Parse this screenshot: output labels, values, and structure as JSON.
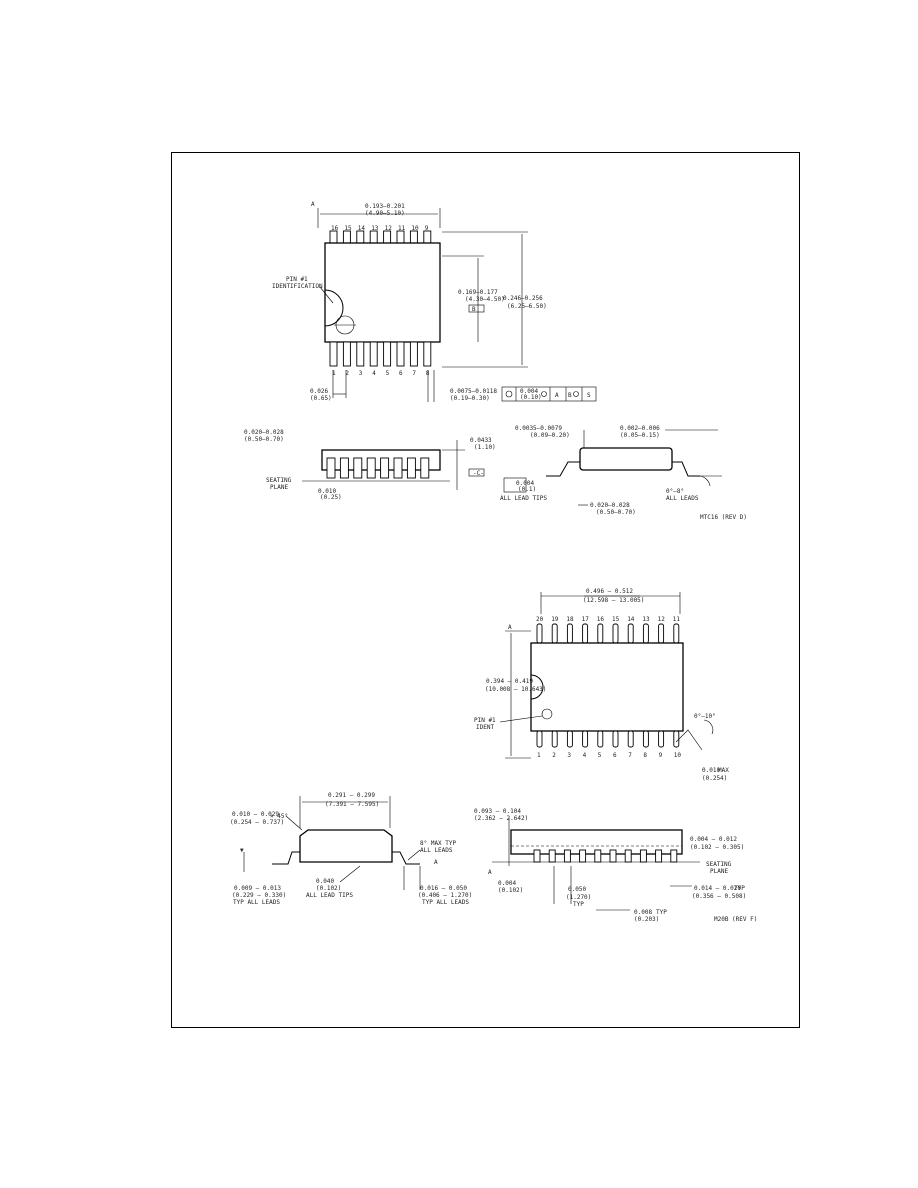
{
  "figure_a": {
    "top_pins": [
      "16",
      "15",
      "14",
      "13",
      "12",
      "11",
      "10",
      "9"
    ],
    "bottom_pins": [
      "1",
      "2",
      "3",
      "4",
      "5",
      "6",
      "7",
      "8"
    ],
    "length_dim": [
      "0.193–0.201",
      "(4.90–5.10)"
    ],
    "width_dim": [
      "0.246–0.256",
      "(6.25–6.50)"
    ],
    "body_width_dim": [
      "0.169–0.177",
      "(4.30–4.50)"
    ],
    "lead_width_dim": [
      "0.0075–0.0118",
      "(0.19–0.30)"
    ],
    "pitch_dim": [
      "0.026",
      "(0.65)"
    ],
    "pin1_label": [
      "PIN #1",
      "IDENTIFICATION"
    ],
    "datum_a": "A",
    "datum_b": "B",
    "height_dim": [
      "0.0433",
      "(1.10)"
    ],
    "standoff_dim": [
      "0.002–0.006",
      "(0.05–0.15)"
    ],
    "seating_label": [
      "SEATING",
      "PLANE"
    ],
    "lead_thickness": [
      "0.0035–0.0079",
      "(0.09–0.20)"
    ],
    "foot_dim": [
      "0.020–0.028",
      "(0.50–0.70)"
    ],
    "gauge_dim": [
      "0.010",
      "(0.25)"
    ],
    "angle_label": [
      "0°–8°"
    ],
    "code": "MTC16 (REV D)"
  },
  "figure_b": {
    "top_pins": [
      "20",
      "19",
      "18",
      "17",
      "16",
      "15",
      "14",
      "13",
      "12",
      "11"
    ],
    "bottom_pins": [
      "1",
      "2",
      "3",
      "4",
      "5",
      "6",
      "7",
      "8",
      "9",
      "10"
    ],
    "length_dim": [
      "0.496 – 0.512",
      "(12.598 – 13.005)"
    ],
    "width_dim": [
      "0.394 – 0.419",
      "(10.008 – 10.643)"
    ],
    "pin1_label": [
      "PIN #1",
      "IDENT"
    ],
    "angle_label": "0°–10°",
    "corner_dim": [
      "0.010",
      "MAX",
      "(0.254)"
    ],
    "body_dim": [
      "0.291 – 0.299",
      "(7.391 – 7.595)"
    ],
    "bevel_dim": [
      "0.010 – 0.029",
      "(0.254 – 0.737)"
    ],
    "bevel_angle": "× 45°",
    "lead_angle": [
      "8° MAX TYP",
      "ALL LEADS"
    ],
    "lead_thick": [
      "0.009 – 0.013",
      "(0.229 – 0.330)",
      "TYP ALL LEADS"
    ],
    "r_dim": [
      "0.040",
      "(0.102)",
      "ALL LEAD TIPS"
    ],
    "foot_dim": [
      "0.016 – 0.050",
      "(0.406 – 1.270)",
      "TYP ALL LEADS"
    ],
    "height_dim": [
      "0.093 – 0.104",
      "(2.362 – 2.642)"
    ],
    "standoff_dim": [
      "0.004 – 0.012",
      "(0.102 – 0.305)"
    ],
    "seating_label": [
      "SEATING",
      "PLANE"
    ],
    "min_dim": [
      "0.004",
      "(0.102)"
    ],
    "pitch_dim": [
      "0.050",
      "(1.270)",
      "TYP"
    ],
    "lead_w": [
      "0.014 – 0.020",
      "TYP",
      "(0.356 – 0.508)"
    ],
    "b_dim": [
      "0.008",
      "TYP",
      "(0.203)"
    ],
    "code": "M20B (REV F)",
    "datum": "A"
  }
}
